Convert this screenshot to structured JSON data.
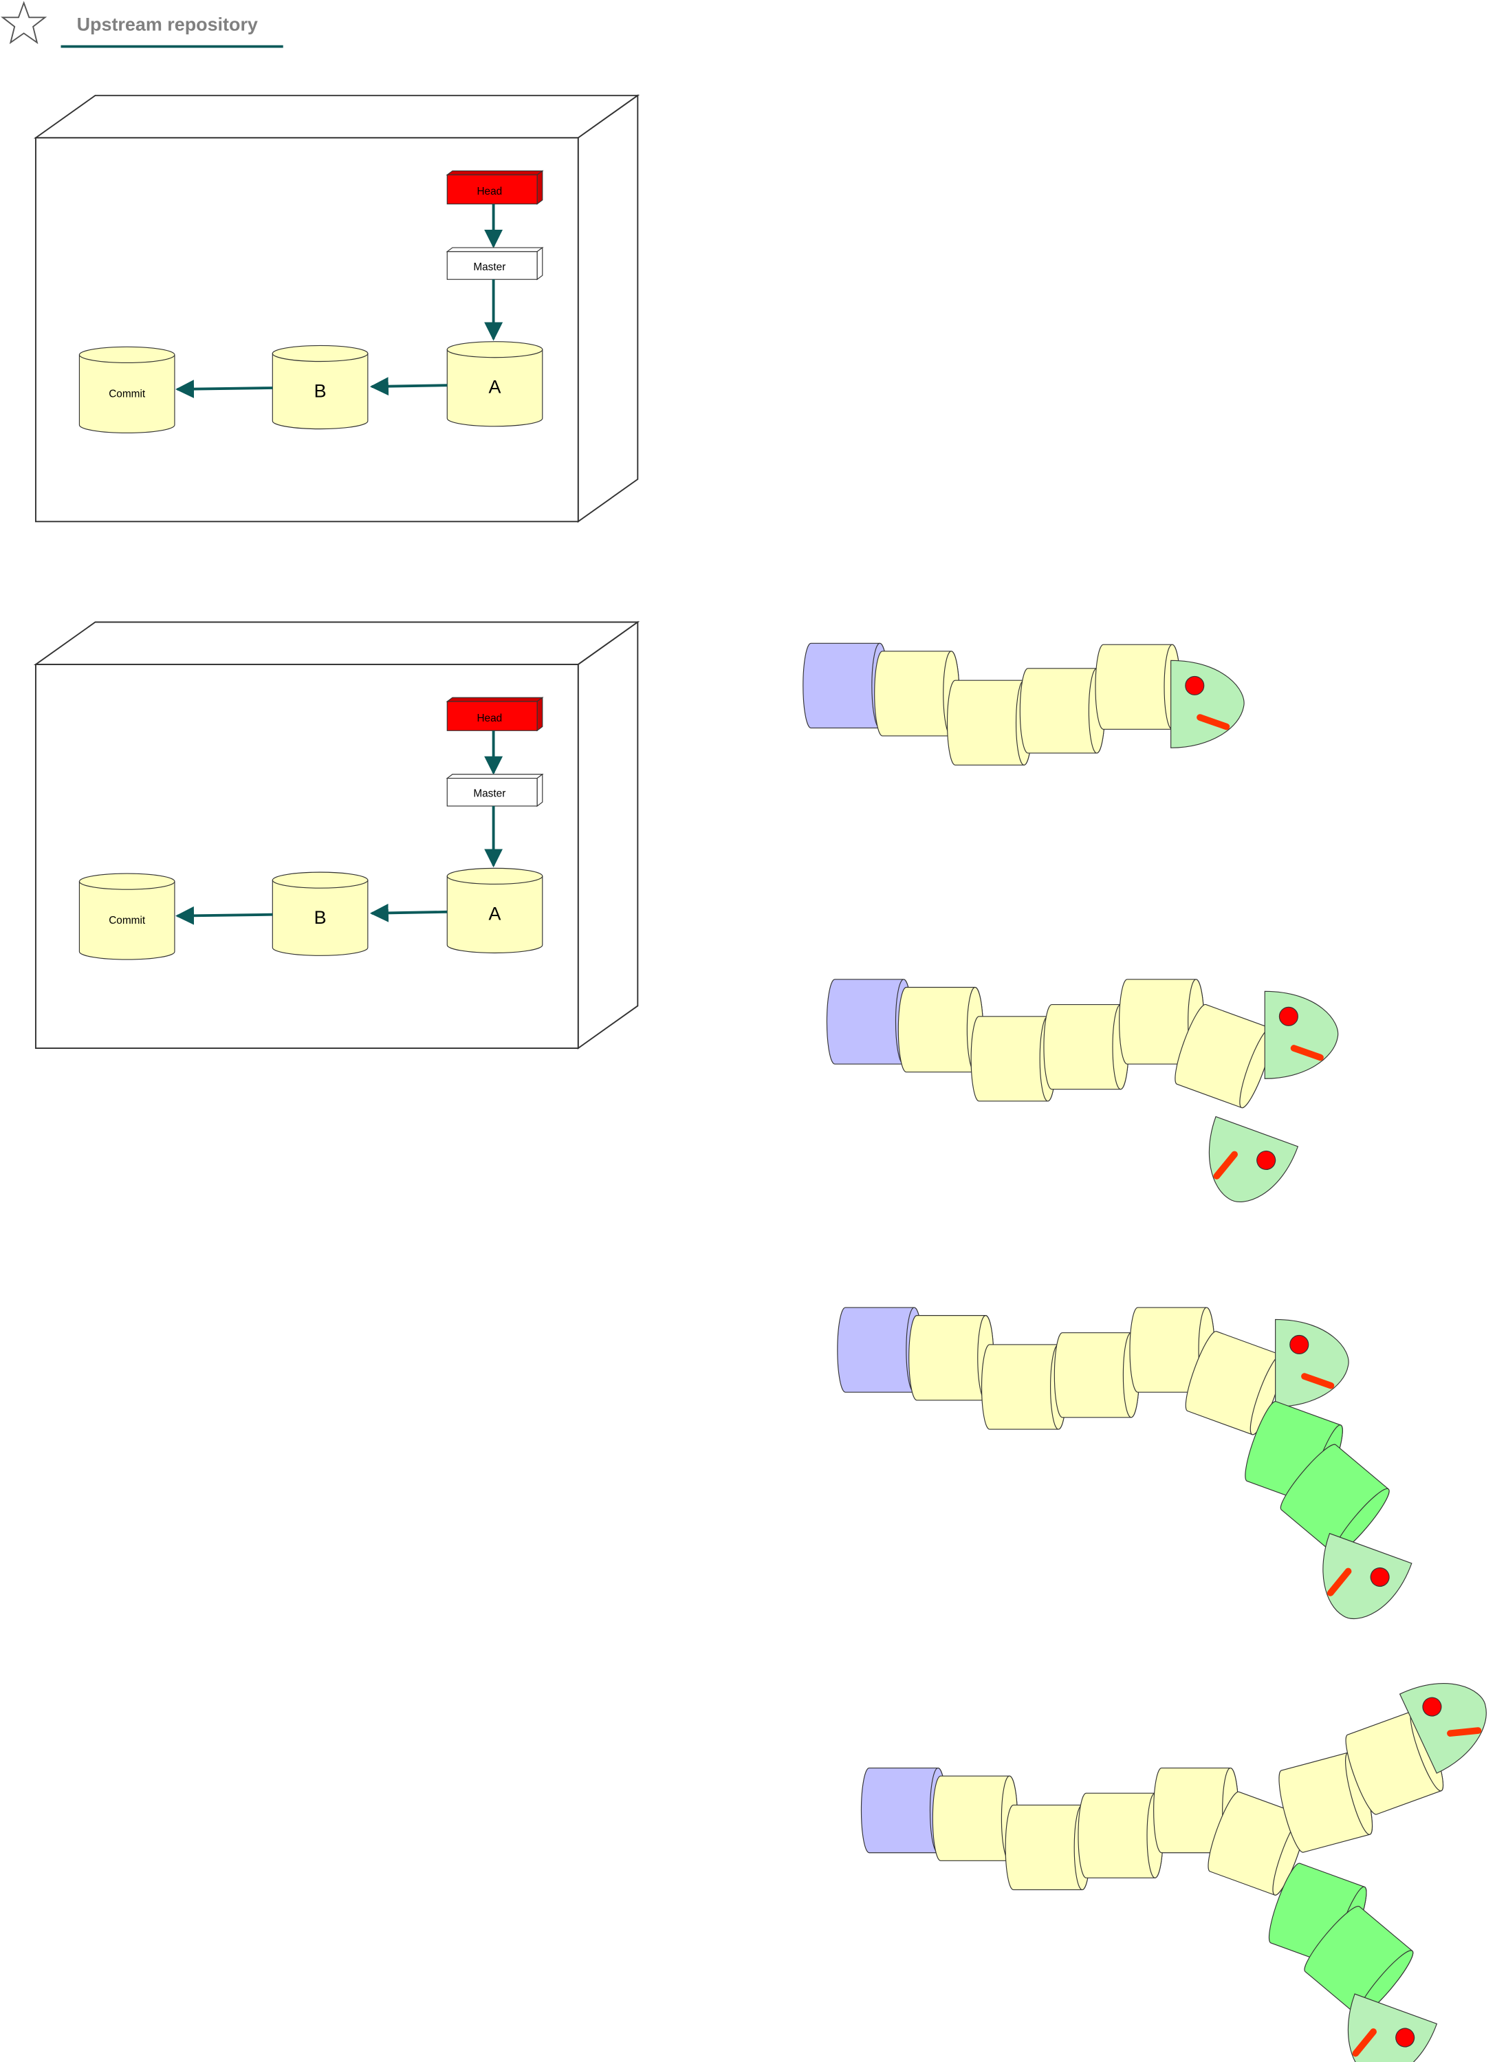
{
  "header": {
    "title": "Upstream repository",
    "icon": "star-icon",
    "accent_color": "#0b5a5a"
  },
  "repositories": [
    {
      "head_label": "Head",
      "branch_label": "Master",
      "commits": [
        "A",
        "B",
        "Commit"
      ]
    },
    {
      "head_label": "Head",
      "branch_label": "Master",
      "commits": [
        "A",
        "B",
        "Commit"
      ]
    }
  ],
  "colors": {
    "head": "#ff0000",
    "commit": "#ffffc0",
    "snake_tail": "#c0c0ff",
    "snake_head": "#b8f0b8",
    "new_segment": "#80ff80",
    "eye": "#ff0000",
    "tongue": "#ff3300",
    "arrow": "#0b5a5a"
  },
  "snakes": [
    {
      "branch_heads": 1,
      "new_segments": 0
    },
    {
      "branch_heads": 2,
      "new_segments": 0
    },
    {
      "branch_heads": 2,
      "new_segments": 2
    },
    {
      "branch_heads": 2,
      "new_segments": 2
    }
  ]
}
